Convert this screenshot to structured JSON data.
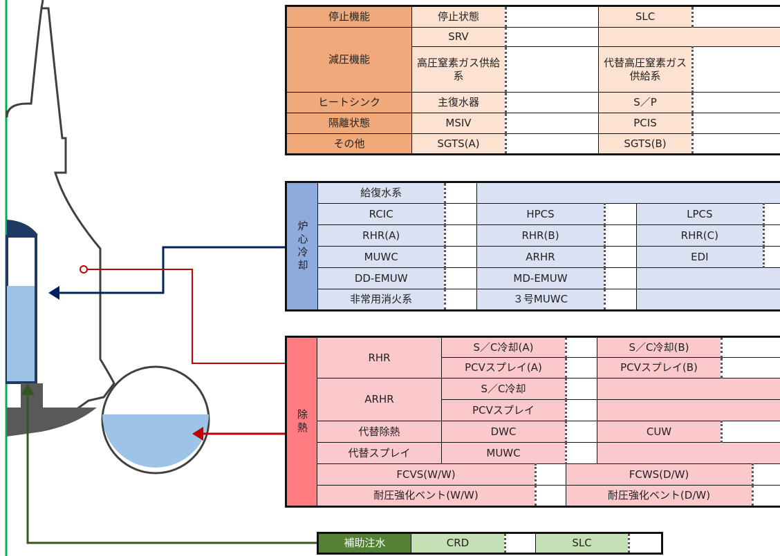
{
  "shutdown_panel": {
    "rows": [
      {
        "group": "停止機能",
        "a": "停止状態",
        "b": "SLC"
      },
      {
        "group": "減圧機能",
        "a": "SRV",
        "b": ""
      },
      {
        "group": "",
        "a": "高圧窒素ガス供給系",
        "b": "代替高圧窒素ガス供給系"
      },
      {
        "group": "ヒートシンク",
        "a": "主復水器",
        "b": "S／P"
      },
      {
        "group": "隔離状態",
        "a": "MSIV",
        "b": "PCIS"
      },
      {
        "group": "その他",
        "a": "SGTS(A)",
        "b": "SGTS(B)"
      }
    ]
  },
  "core_cooling": {
    "label": "炉心冷却",
    "rows": [
      [
        "給復水系",
        "",
        ""
      ],
      [
        "RCIC",
        "HPCS",
        "LPCS"
      ],
      [
        "RHR(A)",
        "RHR(B)",
        "RHR(C)"
      ],
      [
        "MUWC",
        "ARHR",
        "EDI"
      ],
      [
        "DD-EMUW",
        "MD-EMUW",
        ""
      ],
      [
        "非常用消火系",
        "３号MUWC",
        ""
      ]
    ]
  },
  "heat_removal": {
    "label": "除熱",
    "rhr": {
      "name": "RHR",
      "a1": "S／C冷却(A)",
      "a2": "PCVスプレイ(A)",
      "b1": "S／C冷却(B)",
      "b2": "PCVスプレイ(B)"
    },
    "arhr": {
      "name": "ARHR",
      "a1": "S／C冷却",
      "a2": "PCVスプレイ"
    },
    "alt_heat": {
      "name": "代替除熱",
      "a": "DWC",
      "b": "CUW"
    },
    "alt_spray": {
      "name": "代替スプレイ",
      "a": "MUWC"
    },
    "vent": {
      "fcvs": "FCVS(W/W)",
      "fcws": "FCWS(D/W)",
      "hv_ww": "耐圧強化ベント(W/W)",
      "hv_dw": "耐圧強化ベント(D/W)"
    }
  },
  "aux_injection": {
    "label": "補助注水",
    "items": [
      "CRD",
      "SLC"
    ]
  },
  "colors": {
    "shutdown_header": "#f0a97a",
    "shutdown_cell": "#fde2d2",
    "core_header": "#8faadc",
    "core_cell": "#d9e1f2",
    "heat_header": "#ff7c80",
    "heat_cell": "#fbc9cc",
    "aux_header": "#548235",
    "aux_cell": "#c5e0b4",
    "water": "#9dc3e6",
    "arrow_blue": "#002060",
    "arrow_red": "#c00000",
    "arrow_green": "#375623"
  }
}
